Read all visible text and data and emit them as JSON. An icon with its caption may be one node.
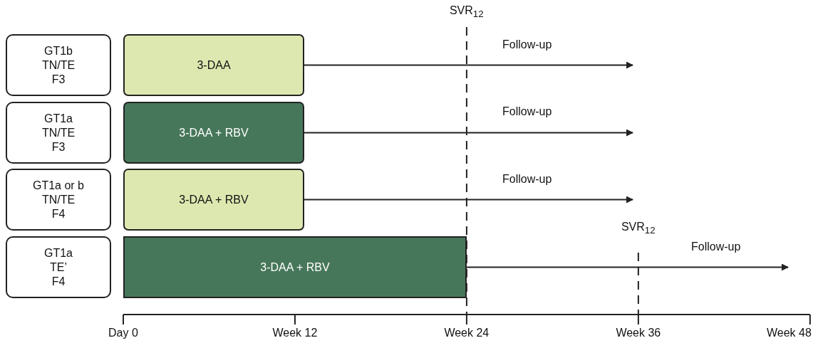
{
  "diagram": {
    "nodes": [
      {
        "text": [
          "GT1b",
          "TN/TE",
          "F3"
        ]
      },
      {
        "text": [
          "GT1a",
          "TN/TE",
          "F3"
        ]
      },
      {
        "text": [
          "GT1a or b",
          "TN/TE",
          "F4"
        ]
      },
      {
        "text": [
          "GT1a",
          "TE’",
          "F4"
        ]
      },
      {
        "text": [
          "3-DAA"
        ]
      },
      {
        "text": [
          "3-DAA + RBV"
        ]
      },
      {
        "text": [
          "3-DAA + RBV"
        ]
      },
      {
        "text": [
          "3-DAA + RBV"
        ]
      }
    ],
    "edges": [
      {
        "from": 4,
        "to": null,
        "arrow": "to",
        "label": "Follow-up"
      },
      {
        "from": 5,
        "to": null,
        "arrow": "to",
        "label": "Follow-up"
      },
      {
        "from": 6,
        "to": null,
        "arrow": "to",
        "label": "Follow-up"
      },
      {
        "from": 7,
        "to": null,
        "arrow": "to",
        "label": "Follow-up"
      }
    ],
    "labels": [
      "SVR$_{12}$",
      "SVR$_{12}$",
      "Day 0",
      "Week 12",
      "Week 24",
      "Week 36",
      "Week 48"
    ]
  }
}
